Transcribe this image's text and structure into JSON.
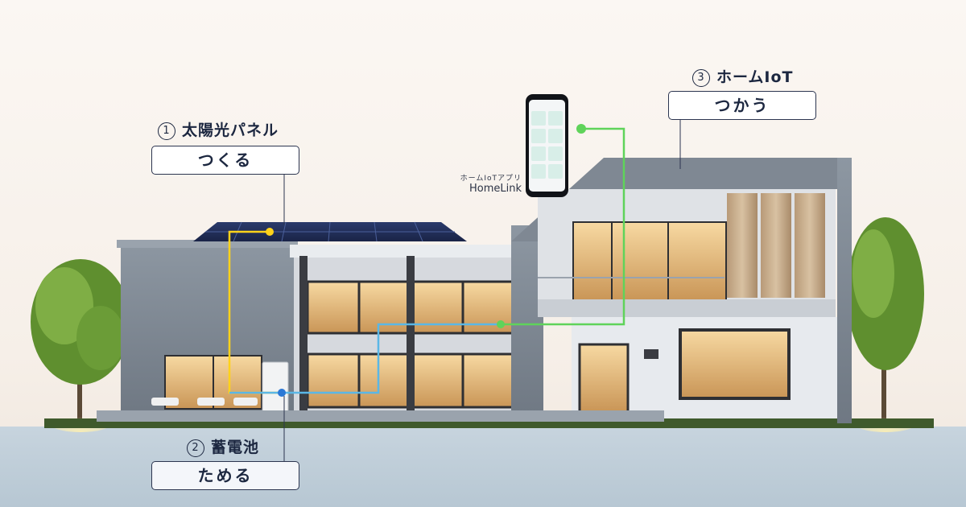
{
  "colors": {
    "accent_yellow": "#ffd21a",
    "accent_blue": "#2b78d6",
    "accent_green": "#5fd35a",
    "ink": "#1c2740",
    "ground": "#c4d2dc"
  },
  "steps": [
    {
      "number": "1",
      "title": "太陽光パネル",
      "action": "つくる"
    },
    {
      "number": "2",
      "title": "蓄電池",
      "action": "ためる"
    },
    {
      "number": "3",
      "title": "ホームIoT",
      "action": "つかう"
    }
  ],
  "app": {
    "subtitle": "ホームIoTアプリ",
    "name": "HomeLink"
  },
  "icons": [
    "circled-number-icon",
    "smartphone-icon",
    "solar-panel-icon",
    "battery-icon",
    "tree-icon"
  ]
}
